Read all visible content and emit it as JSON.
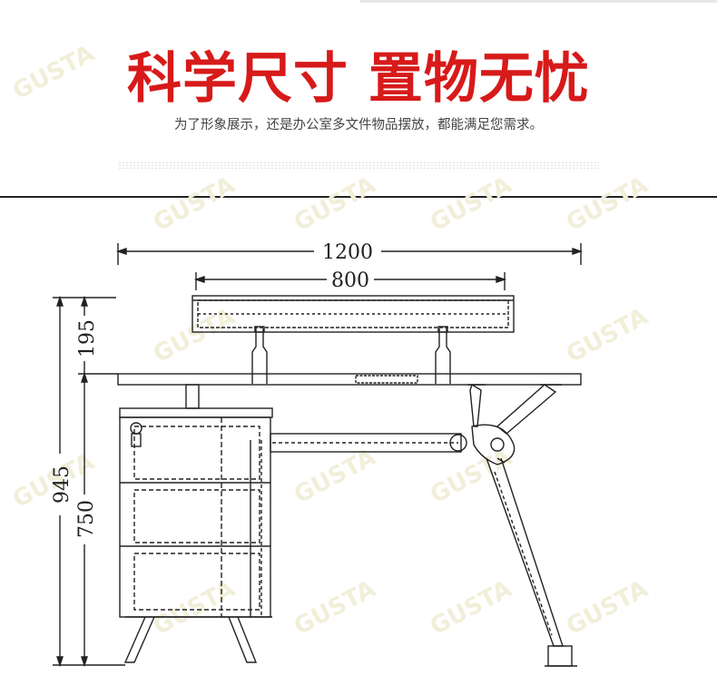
{
  "header": {
    "headline": "科学尺寸 置物无忧",
    "subline": "为了形象展示，还是办公室多文件物品摆放，都能满足您需求。"
  },
  "dimensions": {
    "desk_width": "1200",
    "shelf_width": "800",
    "shelf_height": "195",
    "total_height": "945",
    "desk_height": "750"
  },
  "watermark": {
    "text": "GUSTA"
  },
  "colors": {
    "headline": "#d71a1a",
    "line": "#222222"
  }
}
